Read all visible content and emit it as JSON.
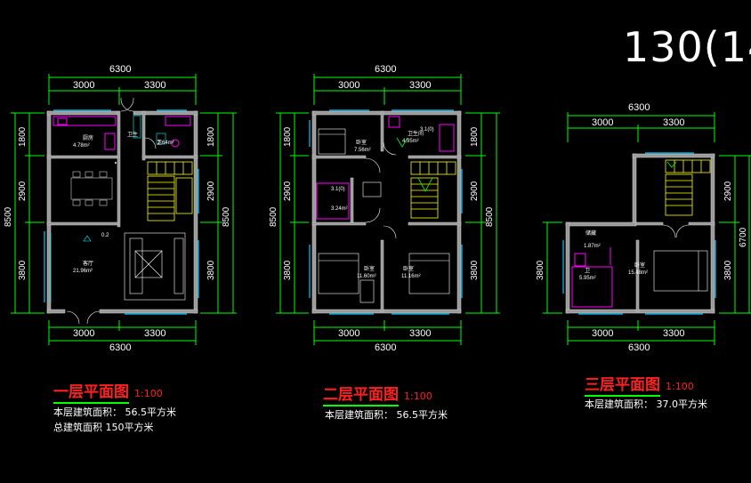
{
  "title_text": "130(14",
  "plans": [
    {
      "name": "一层平面图",
      "scale": "1:100",
      "notes": [
        "本层建筑面积：  56.5平方米",
        "总建筑面积  150平方米"
      ],
      "dims": {
        "top_total": "6300",
        "top_left": "3000",
        "top_right": "3300",
        "bottom_left": "3000",
        "bottom_right": "3300",
        "bottom_total": "6300",
        "v1": "1800",
        "v2": "2900",
        "v3": "3800",
        "v_total": "8500"
      },
      "rooms": [
        {
          "label": "厨房",
          "area": "4.78m²"
        },
        {
          "label": "卫",
          "area": "2.64m²"
        },
        {
          "label": "0.2",
          "area": ""
        },
        {
          "label": "客厅",
          "area": "21.96m²"
        }
      ]
    },
    {
      "name": "二层平面图",
      "scale": "1:100",
      "notes": [
        "本层建筑面积：  56.5平方米"
      ],
      "dims": {
        "top_total": "6300",
        "top_left": "3000",
        "top_right": "3300",
        "bottom_left": "3000",
        "bottom_right": "3300",
        "bottom_total": "6300",
        "v1": "1800",
        "v2": "2900",
        "v3": "3800",
        "v_total": "8500"
      },
      "rooms": [
        {
          "label": "卧室",
          "area": "7.56m²"
        },
        {
          "label": "卫生间",
          "area": "4.95m²"
        },
        {
          "label": "3.1(0)",
          "area": "3.24m²"
        },
        {
          "label": "卧室",
          "area": "11.60m²"
        },
        {
          "label": "卧室",
          "area": "11.16m²"
        }
      ]
    },
    {
      "name": "三层平面图",
      "scale": "1:100",
      "notes": [
        "本层建筑面积：  37.0平方米"
      ],
      "dims": {
        "top_total": "6300",
        "top_left": "3000",
        "top_right": "3300",
        "bottom_left": "3000",
        "bottom_right": "3300",
        "bottom_total": "6300",
        "v1": "2900",
        "v3": "3800",
        "v_total": "6700"
      },
      "rooms": [
        {
          "label": "储藏",
          "area": "1.87m²"
        },
        {
          "label": "卫",
          "area": "5.95m²"
        },
        {
          "label": "卧室",
          "area": "15.48m²"
        }
      ]
    }
  ]
}
